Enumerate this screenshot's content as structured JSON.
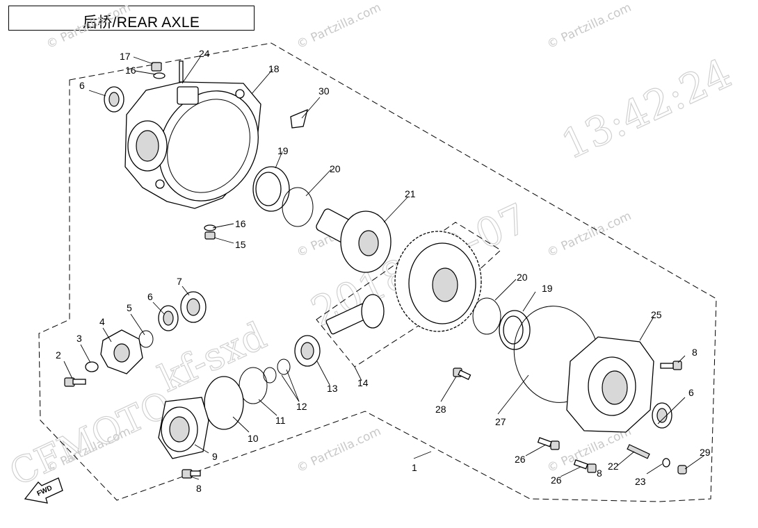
{
  "title": "后桥/REAR AXLE",
  "watermarks": {
    "partzilla": "© Partzilla.com",
    "timestamp": "13:42:24",
    "date": "2018-09-07",
    "code": "kf-sxd",
    "brand": "CFMOTO"
  },
  "direction_label": "FWD",
  "callouts": [
    "1",
    "2",
    "3",
    "4",
    "5",
    "6",
    "6",
    "6",
    "7",
    "8",
    "8",
    "8",
    "9",
    "10",
    "11",
    "12",
    "12",
    "13",
    "14",
    "15",
    "16",
    "16",
    "17",
    "18",
    "19",
    "19",
    "20",
    "20",
    "21",
    "22",
    "23",
    "24",
    "25",
    "26",
    "26",
    "27",
    "28",
    "29",
    "30"
  ],
  "colors": {
    "line": "#000000",
    "watermark": "#c8c8c8",
    "background": "#ffffff"
  }
}
